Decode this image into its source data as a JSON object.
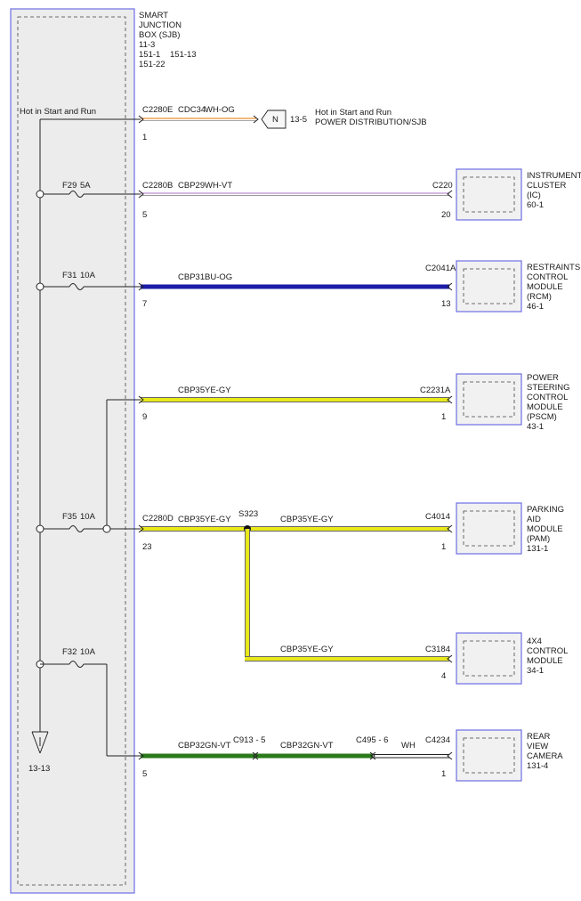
{
  "sjb": {
    "title_lines": [
      "SMART",
      "JUNCTION",
      "BOX (SJB)",
      "11-3",
      "151-1",
      "151-22"
    ],
    "extra_ref": "151-13",
    "feed_label": "Hot in Start and Run"
  },
  "ground_ref": "13-13",
  "top_circuit": {
    "connector": "C2280E",
    "wire": "CDC34",
    "color": "WH-OG",
    "pin": "1",
    "terminal_letter": "N",
    "terminal_ref": "13-5",
    "dest_lines": [
      "Hot in Start and Run",
      "POWER DISTRIBUTION/SJB"
    ]
  },
  "fuses": {
    "f29": {
      "id": "F29",
      "rating": "5A"
    },
    "f31": {
      "id": "F31",
      "rating": "10A"
    },
    "f35": {
      "id": "F35",
      "rating": "10A"
    },
    "f32": {
      "id": "F32",
      "rating": "10A"
    }
  },
  "circuits": {
    "ic": {
      "sjb_connector": "C2280B",
      "wire": "CBP29",
      "color": "WH-VT",
      "sjb_pin": "5",
      "module_connector": "C220",
      "module_pin": "20"
    },
    "rcm": {
      "wire": "CBP31",
      "color": "BU-OG",
      "sjb_pin": "7",
      "module_connector": "C2041A",
      "module_pin": "13"
    },
    "pscm": {
      "wire": "CBP35",
      "color": "YE-GY",
      "sjb_pin": "9",
      "module_connector": "C2231A",
      "module_pin": "1"
    },
    "pam": {
      "sjb_connector": "C2280D",
      "wire": "CBP35",
      "color": "YE-GY",
      "sjb_pin": "23",
      "splice": "S323",
      "wire2": "CBP35",
      "color2": "YE-GY",
      "module_connector": "C4014",
      "module_pin": "1"
    },
    "x4": {
      "wire": "CBP35",
      "color": "YE-GY",
      "module_connector": "C3184",
      "module_pin": "4"
    },
    "cam": {
      "wire": "CBP32",
      "color": "GN-VT",
      "sjb_pin": "5",
      "inline1": "C913 - 5",
      "wire2": "CBP32",
      "color2": "GN-VT",
      "inline2": "C495 - 6",
      "color3": "WH",
      "module_connector": "C4234",
      "module_pin": "1"
    }
  },
  "modules": {
    "ic": [
      "INSTRUMENT",
      "CLUSTER",
      "(IC)",
      "60-1"
    ],
    "rcm": [
      "RESTRAINTS",
      "CONTROL",
      "MODULE",
      "(RCM)",
      "46-1"
    ],
    "pscm": [
      "POWER",
      "STEERING",
      "CONTROL",
      "MODULE",
      "(PSCM)",
      "43-1"
    ],
    "pam": [
      "PARKING",
      "AID",
      "MODULE",
      "(PAM)",
      "131-1"
    ],
    "x4": [
      "4X4",
      "CONTROL",
      "MODULE",
      "34-1"
    ],
    "cam": [
      "REAR",
      "VIEW",
      "CAMERA",
      "131-4"
    ]
  },
  "colors": {
    "sjb_box_border": "#6e6ee6",
    "module_border": "#6e6ee6",
    "module_fill": "#f1f1f1",
    "wire_yellow": "#e8e81a",
    "wire_blue": "#1c1ca8",
    "wire_green": "#2a7a1a",
    "wire_orange": "#f0a050",
    "wire_violet": "#c8a0d8"
  }
}
